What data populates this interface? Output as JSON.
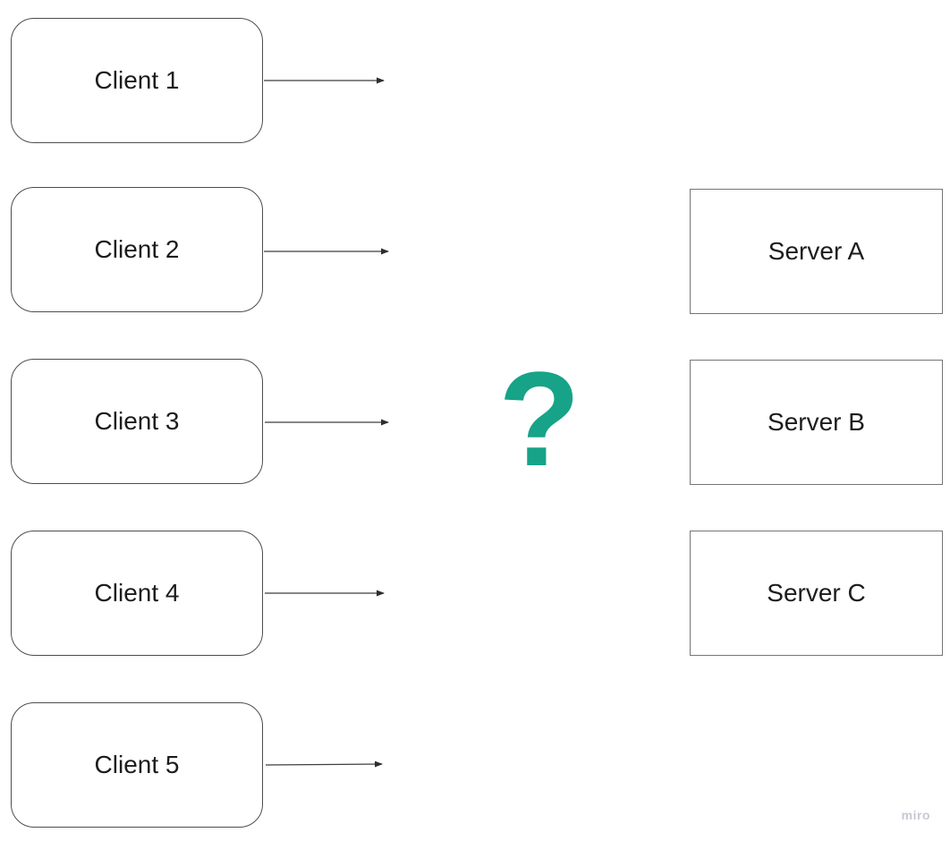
{
  "board": {
    "background_color": "#ffffff"
  },
  "clients": [
    {
      "label": "Client 1"
    },
    {
      "label": "Client 2"
    },
    {
      "label": "Client 3"
    },
    {
      "label": "Client 4"
    },
    {
      "label": "Client 5"
    }
  ],
  "servers": [
    {
      "label": "Server A"
    },
    {
      "label": "Server B"
    },
    {
      "label": "Server C"
    }
  ],
  "connectors": {
    "count": 5,
    "style": "thin-line-with-arrowhead",
    "color": "#3f3f3f"
  },
  "question_mark": {
    "symbol": "?",
    "color": "#17a387"
  },
  "watermark": {
    "label": "miro",
    "color": "#c7c9d3"
  }
}
